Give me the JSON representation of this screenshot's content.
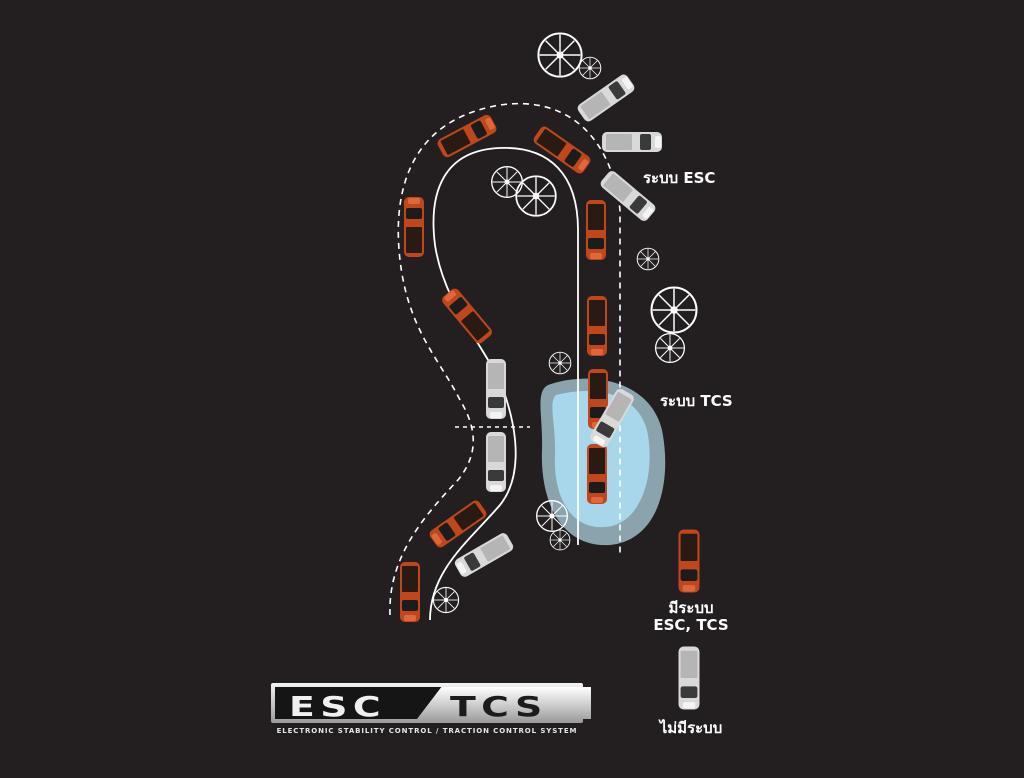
{
  "labels": {
    "esc_system": "ระบบ ESC",
    "tcs_system": "ระบบ TCS"
  },
  "legend": {
    "with_system_line1": "มีระบบ",
    "with_system_line2": "ESC, TCS",
    "without_system": "ไม่มีระบบ"
  },
  "logo": {
    "esc": "ESC",
    "tcs": "TCS",
    "subtitle": "ELECTRONIC STABILITY CONTROL  /  TRACTION CONTROL SYSTEM"
  },
  "colors": {
    "background": "#231f20",
    "car_with_system": "#c0461c",
    "car_without_system": "#d8d8d8",
    "water_outer": "#8aa3ad",
    "water_inner": "#a8d6ea",
    "path_line": "#ffffff"
  },
  "icons": [
    "tree-icon",
    "car-with-system-icon",
    "car-without-system-icon"
  ]
}
